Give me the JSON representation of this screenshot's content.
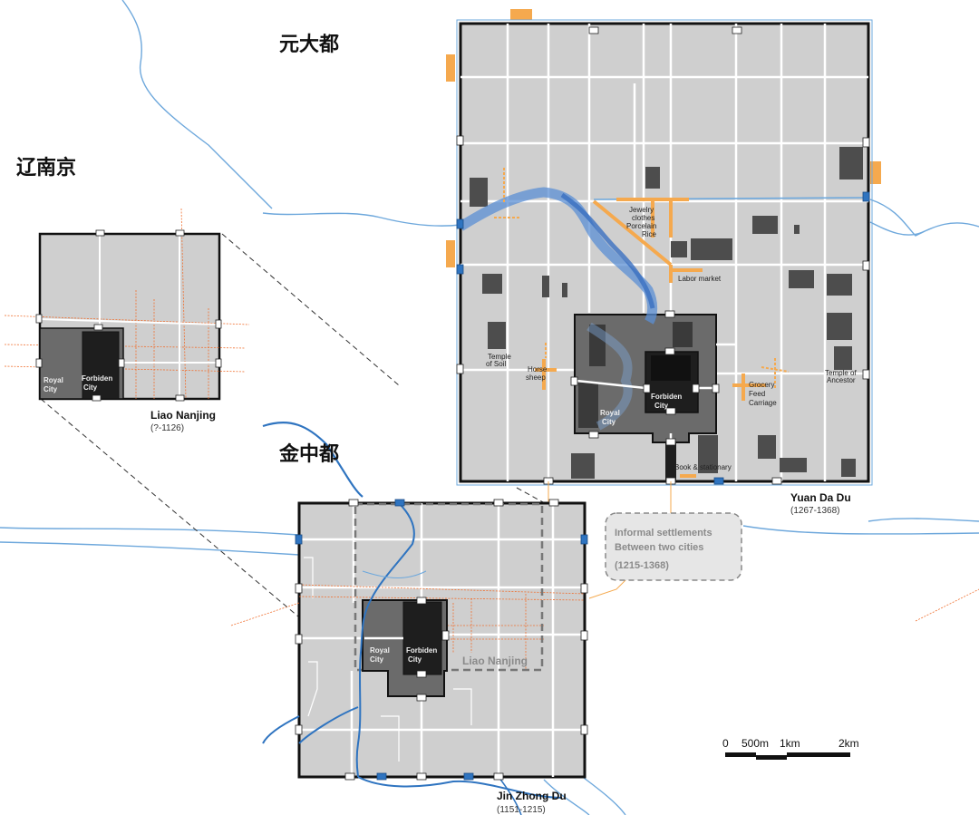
{
  "labels": {
    "yuan_cn": "元大都",
    "liao_cn": "辽南京",
    "jin_cn": "金中都"
  },
  "cities": {
    "liao": {
      "name": "Liao Nanjing",
      "years": "(?-1126)",
      "royal": [
        "Royal",
        "City"
      ],
      "forbidden": [
        "Forbiden",
        "City"
      ]
    },
    "yuan": {
      "name": "Yuan Da Du",
      "years": "(1267-1368)",
      "royal": [
        "Royal",
        "City"
      ],
      "forbidden": [
        "Forbiden",
        "City"
      ]
    },
    "jin": {
      "name": "Jin Zhong Du",
      "years": "(1151-1215)",
      "royal": [
        "Royal",
        "City"
      ],
      "forbidden": [
        "Forbiden",
        "City"
      ],
      "inner_liao": "Liao Nanjing"
    }
  },
  "markets": {
    "jewelry": [
      "Jewelry",
      "clothes",
      "Porcelain",
      "Rice"
    ],
    "labor": "Labor market",
    "grocery": [
      "Grocery",
      "Feed",
      "Carriage"
    ],
    "book": "Book & stationary",
    "horse": [
      "Horse",
      "sheep"
    ],
    "temple_soil": [
      "Temple",
      "of Soil"
    ],
    "temple_ancestor": [
      "Temple of",
      "Ancestor"
    ]
  },
  "informal": {
    "line1": "Informal settlements",
    "line2": "Between two cities",
    "years": "(1215-1368)"
  },
  "scale": {
    "ticks": [
      "0",
      "500m",
      "1km",
      "2km"
    ]
  },
  "colors": {
    "city_fill": "#cfcfcf",
    "royal_fill": "#6b6b6b",
    "forbidden_fill": "#1e1e1e",
    "water": "#5b9bd5",
    "market": "#f5a94e",
    "road": "#ffffff",
    "orange_line": "#f07030"
  }
}
